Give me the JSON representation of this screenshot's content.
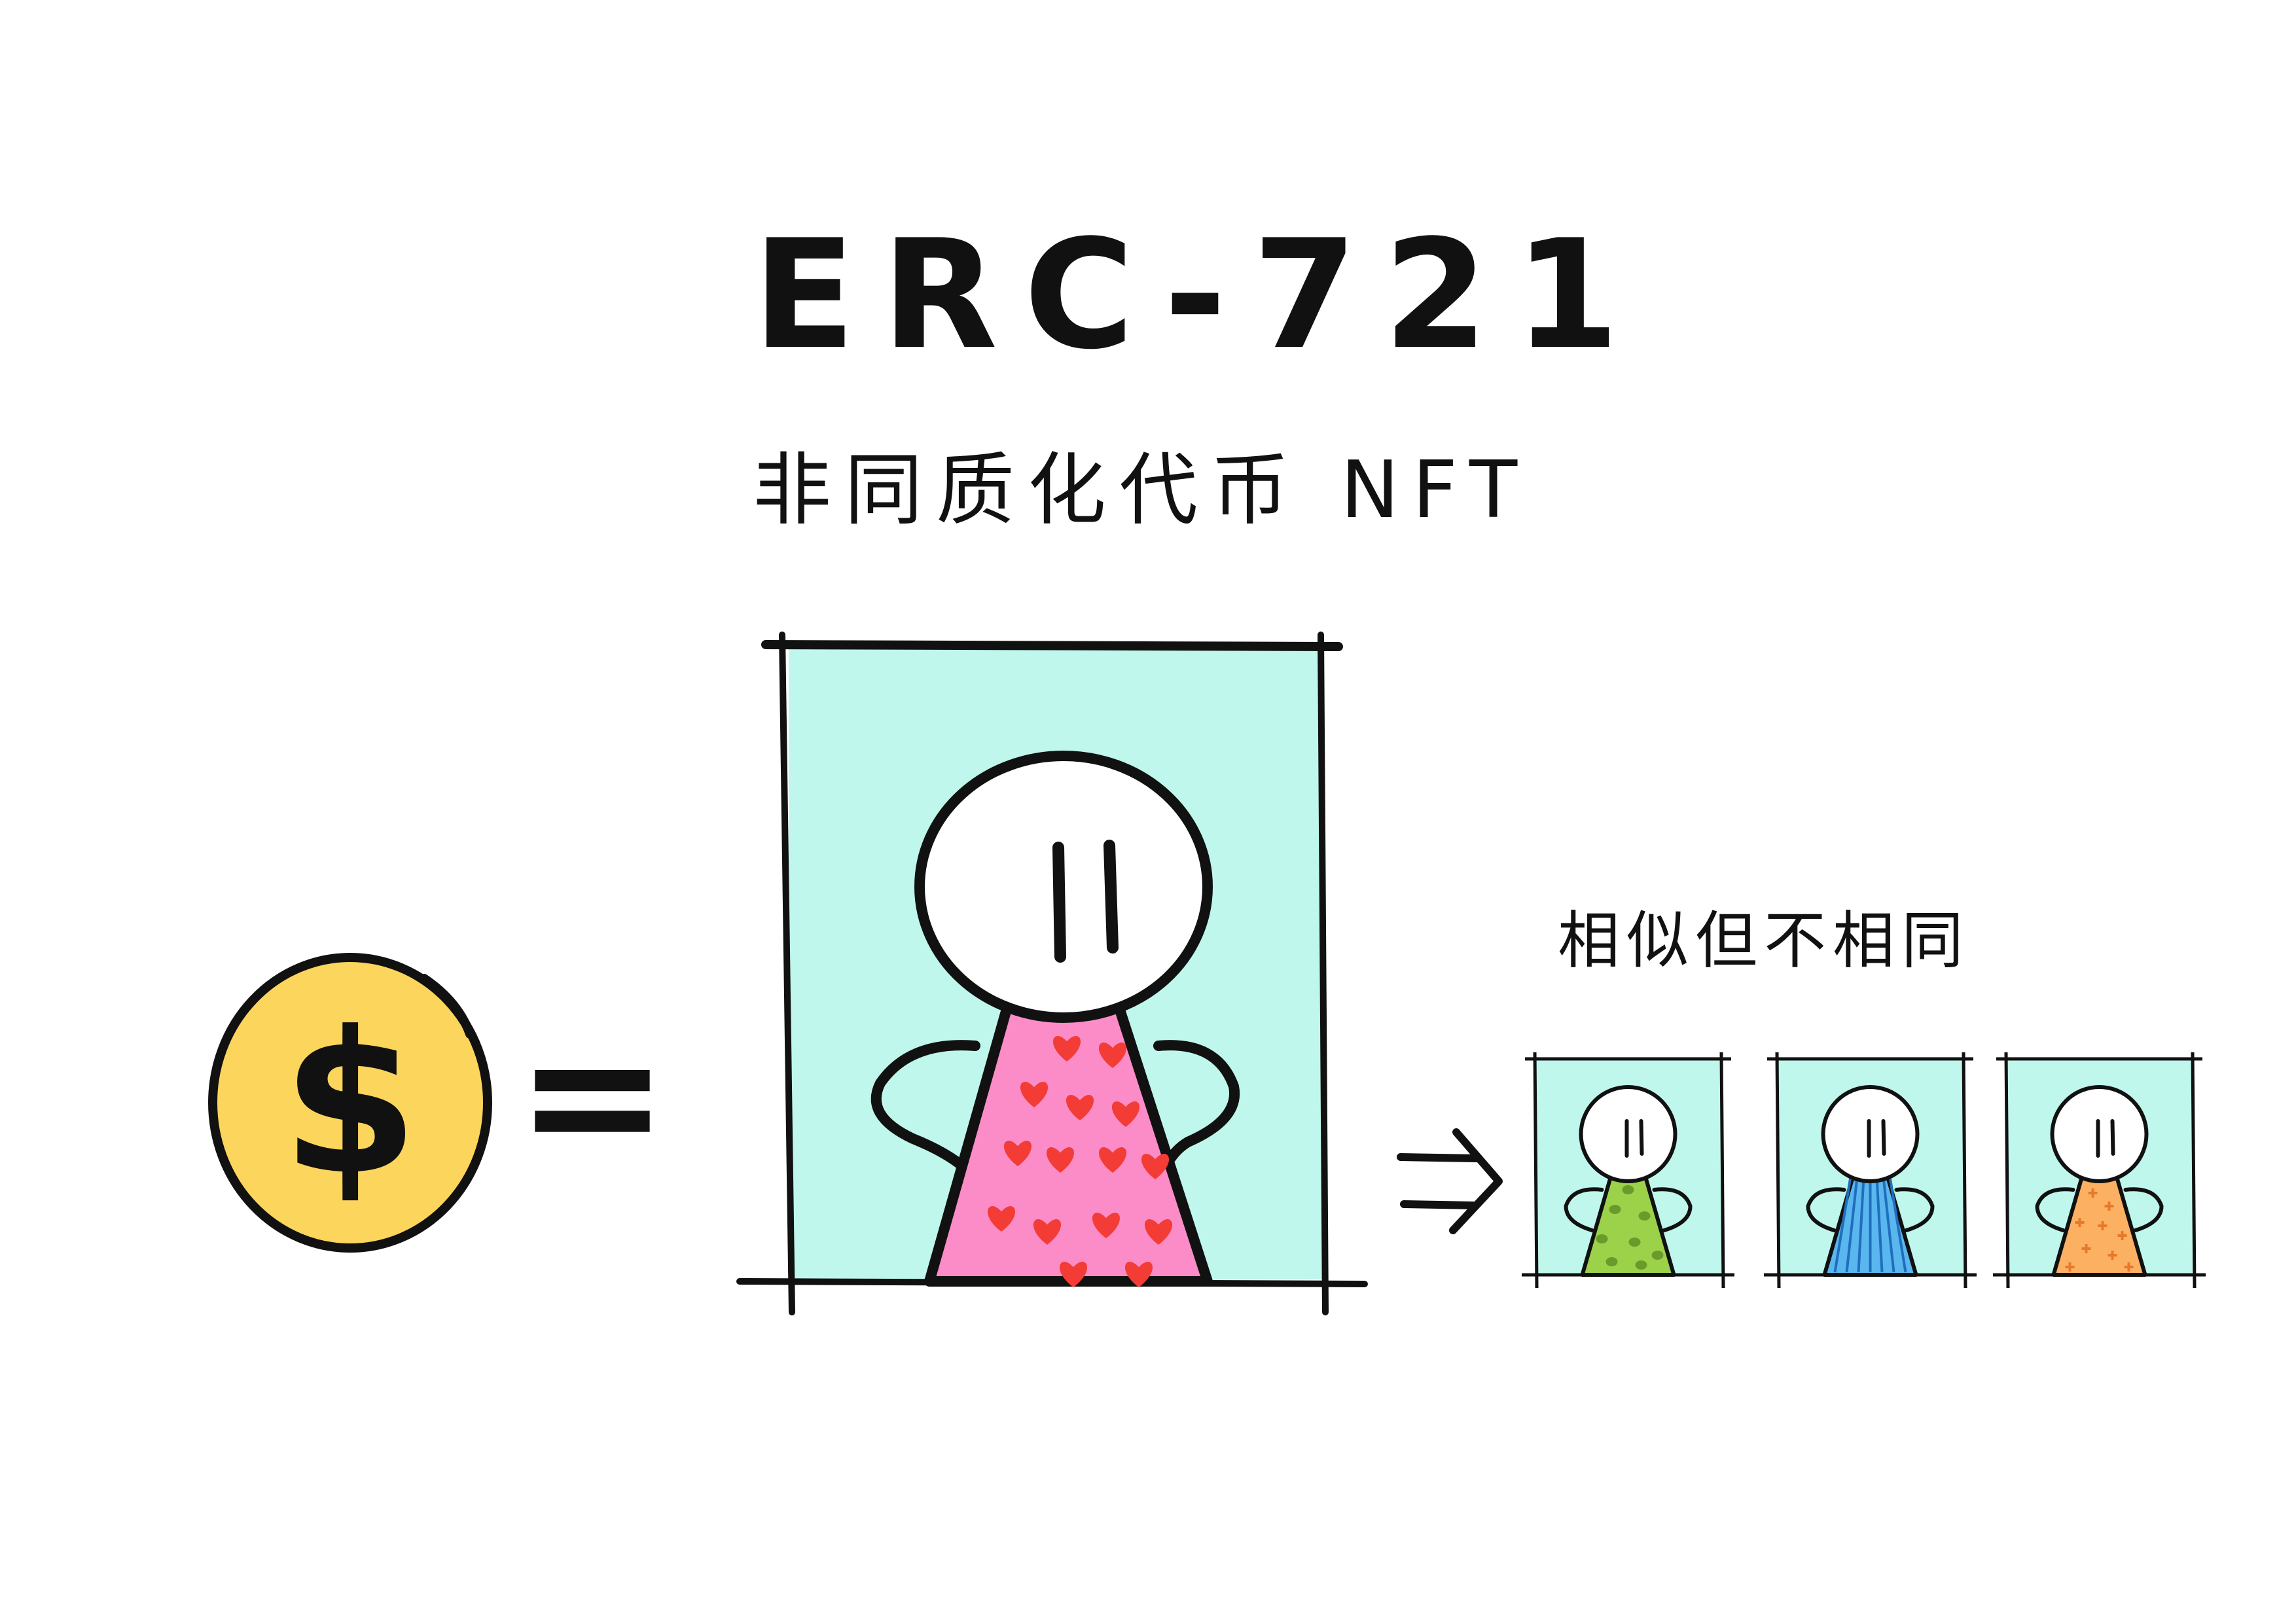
{
  "title": "ERC-721",
  "subtitle": "非同质化代币 NFT",
  "variants_caption": "相似但不相同",
  "coin_symbol": "$",
  "equals_sign": "=",
  "arrow_glyph": "⇒",
  "colors": {
    "frame_background": "#bff7ec",
    "coin_fill": "#fcd55c",
    "main_dress": "#fc8cc8",
    "heart": "#f23c35",
    "variant_green": "#9bd24a",
    "variant_green_spots": "#6b9a2a",
    "variant_blue": "#5ab6ee",
    "variant_blue_stripes": "#1f6fbd",
    "variant_orange": "#fcb062",
    "variant_orange_marks": "#e8782a",
    "ink": "#111111"
  },
  "variants": [
    {
      "name": "green-spots",
      "pattern": "spots"
    },
    {
      "name": "blue-stripes",
      "pattern": "stripes"
    },
    {
      "name": "orange-crosses",
      "pattern": "crosses"
    }
  ]
}
